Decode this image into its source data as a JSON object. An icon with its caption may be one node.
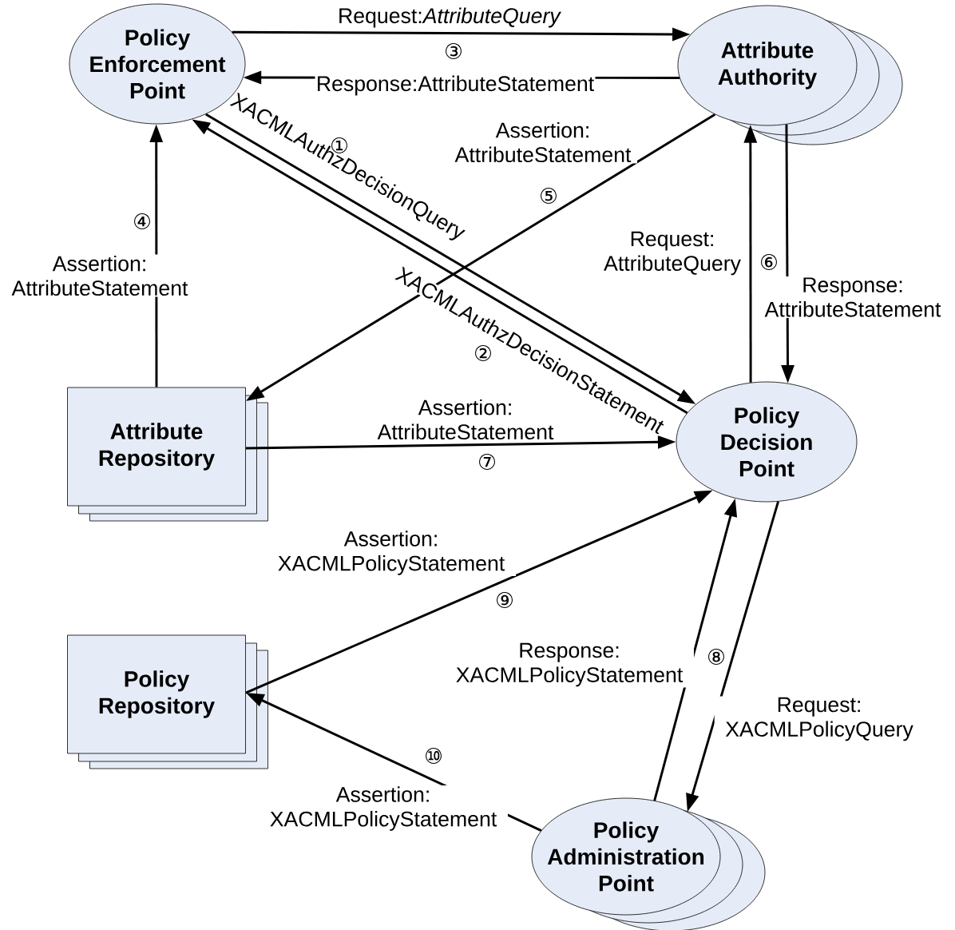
{
  "diagram": {
    "nodes": [
      {
        "text": [
          "Policy Enforcement Point"
        ]
      },
      {
        "text": [
          "Attribute Authority"
        ]
      },
      {
        "text": [
          "Attribute Repository"
        ]
      },
      {
        "text": [
          "Policy Decision Point"
        ]
      },
      {
        "text": [
          "Policy Repository"
        ]
      },
      {
        "text": [
          "Policy Administration Point"
        ]
      }
    ],
    "edges": [
      {
        "from": 0,
        "to": 1,
        "arrow": "to",
        "label": "Request:*AttributeQuery*"
      },
      {
        "from": 1,
        "to": 0,
        "arrow": "to",
        "label": "Response:AttributeStatement"
      },
      {
        "from": 0,
        "to": 3,
        "arrow": "to",
        "label": "XACMLAuthzDecisionQuery"
      },
      {
        "from": 3,
        "to": 0,
        "arrow": "to",
        "label": "XACMLAuthzDecisionStatement"
      },
      {
        "from": 2,
        "to": 0,
        "arrow": "to",
        "label": "Assertion: AttributeStatement"
      },
      {
        "from": 1,
        "to": 2,
        "arrow": "to",
        "label": "Assertion: AttributeStatement"
      },
      {
        "from": 3,
        "to": 1,
        "arrow": "to",
        "label": "Request: AttributeQuery"
      },
      {
        "from": 1,
        "to": 3,
        "arrow": "to",
        "label": "Response: AttributeStatement"
      },
      {
        "from": 2,
        "to": 3,
        "arrow": "to",
        "label": "Assertion: AttributeStatement"
      },
      {
        "from": 4,
        "to": 3,
        "arrow": "to",
        "label": "Assertion: XACMLPolicyStatement"
      },
      {
        "from": 5,
        "to": 3,
        "arrow": "to",
        "label": "Response: XACMLPolicyStatement"
      },
      {
        "from": 3,
        "to": 5,
        "arrow": "to",
        "label": "Request: XACMLPolicyQuery"
      },
      {
        "from": 5,
        "to": 4,
        "arrow": "to",
        "label": "Assertion: XACMLPolicyStatement"
      }
    ],
    "labels": [
      "③",
      "①",
      "⑤",
      "④",
      "⑥",
      "②",
      "⑦",
      "⑨",
      "⑧",
      "⑩"
    ]
  }
}
